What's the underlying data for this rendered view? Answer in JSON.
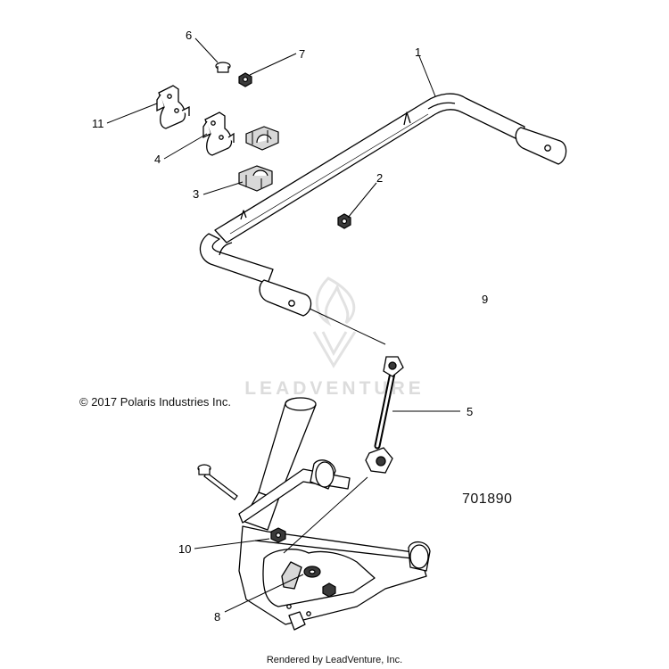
{
  "diagram": {
    "callouts": [
      "1",
      "2",
      "3",
      "4",
      "5",
      "6",
      "7",
      "8",
      "9",
      "10",
      "11"
    ],
    "copyright": "© 2017 Polaris Industries Inc.",
    "drawing_number": "701890",
    "footer": "Rendered by LeadVenture, Inc.",
    "watermark": "LEADVENTURE"
  },
  "colors": {
    "line": "#000000",
    "fill": "#ffffff",
    "shade": "#d8d8d8",
    "dark": "#3a3a3a",
    "watermark": "#dcdcdc"
  }
}
